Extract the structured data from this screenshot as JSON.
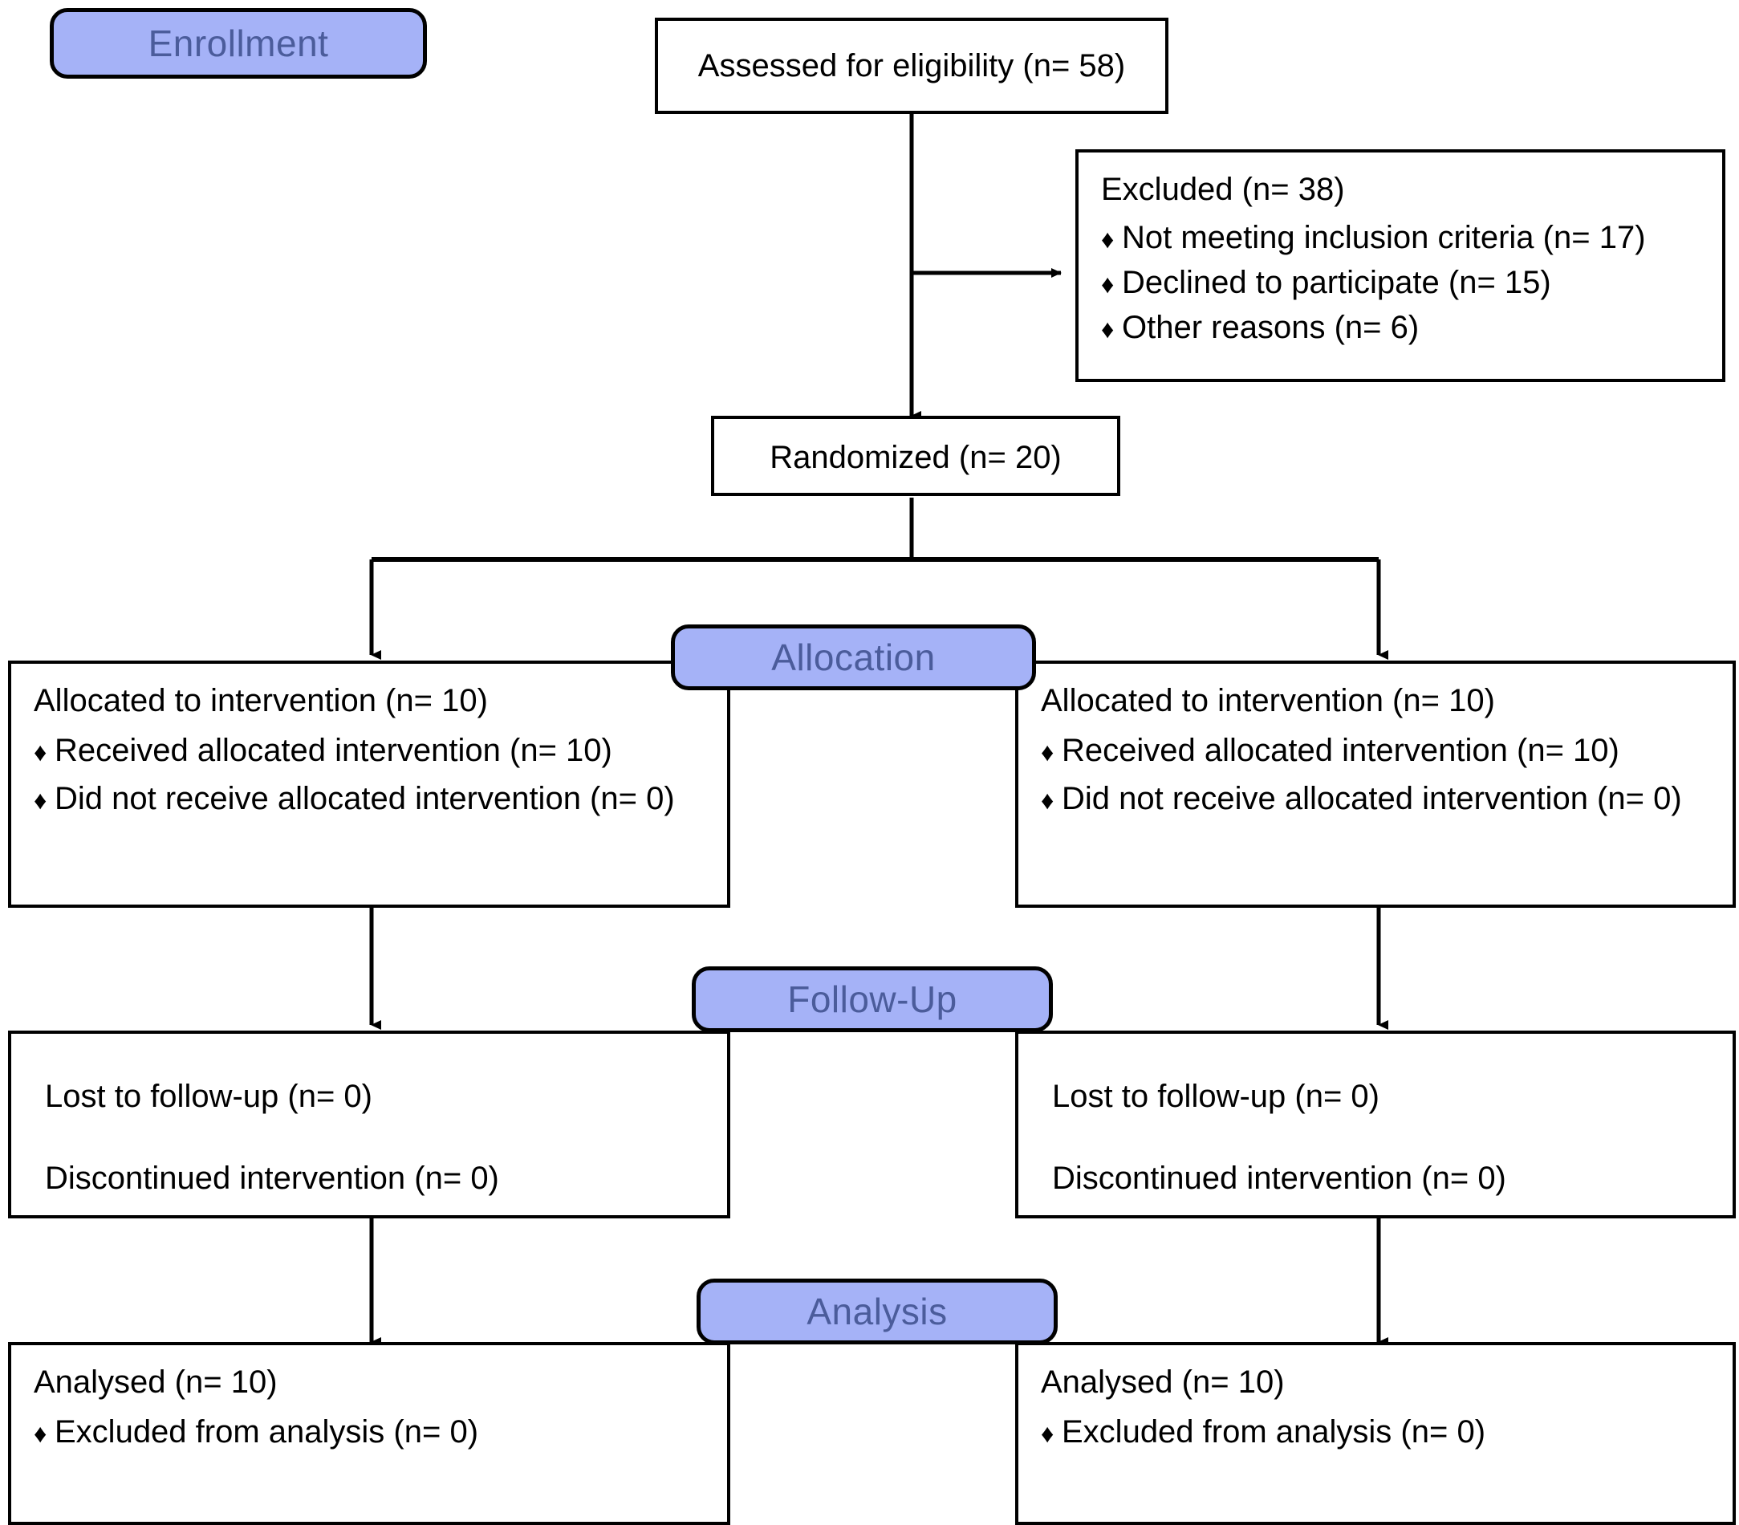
{
  "diagram": {
    "title": "CONSORT participant flow diagram",
    "accent_color": "#a5b2f7",
    "banner_text_color": "#4b5c9b",
    "line_color": "#000000",
    "bullet_glyph": "♦"
  },
  "banners": {
    "enrollment": "Enrollment",
    "allocation": "Allocation",
    "followup": "Follow-Up",
    "analysis": "Analysis"
  },
  "enrollment": {
    "assessed": "Assessed for eligibility (n= 58)",
    "excluded": {
      "heading": "Excluded  (n=  38)",
      "reasons": [
        "Not meeting inclusion criteria (n= 17)",
        "Declined to participate (n= 15)",
        "Other reasons (n= 6)"
      ]
    },
    "randomized": "Randomized (n= 20)"
  },
  "allocation": {
    "left": {
      "heading": "Allocated to intervention (n= 10)",
      "items": [
        "Received allocated intervention (n= 10)",
        "Did not receive allocated intervention (n= 0)"
      ]
    },
    "right": {
      "heading": "Allocated to intervention (n= 10)",
      "items": [
        "Received allocated intervention (n= 10)",
        "Did not receive allocated intervention (n= 0)"
      ]
    }
  },
  "followup": {
    "left": {
      "lost": "Lost to follow-up (n= 0)",
      "discontinued": "Discontinued intervention (n= 0)"
    },
    "right": {
      "lost": "Lost to follow-up (n= 0)",
      "discontinued": "Discontinued intervention (n= 0)"
    }
  },
  "analysis": {
    "left": {
      "heading": "Analysed  (n= 10)",
      "items": [
        "Excluded from analysis (n= 0)"
      ]
    },
    "right": {
      "heading": "Analysed  (n= 10)",
      "items": [
        "Excluded from analysis (n= 0)"
      ]
    }
  }
}
